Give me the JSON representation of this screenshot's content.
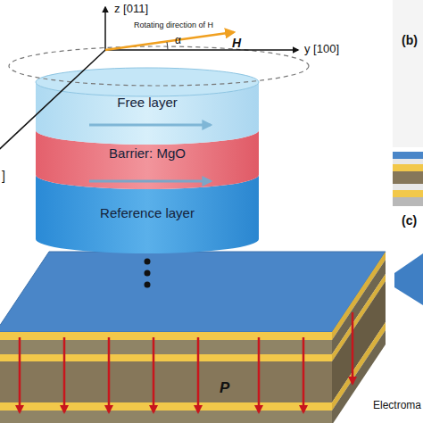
{
  "diagram": {
    "nodes": [
      {
        "text": [
          "Free layer"
        ]
      },
      {
        "text": [
          "Barrier: MgO"
        ]
      },
      {
        "text": [
          "Reference layer"
        ]
      }
    ],
    "labels": [
      "z [011]",
      "Rotating direction of H",
      "α",
      "H",
      "y [100]",
      "]",
      "P",
      "(b)",
      "(c)",
      "Electroma"
    ]
  }
}
